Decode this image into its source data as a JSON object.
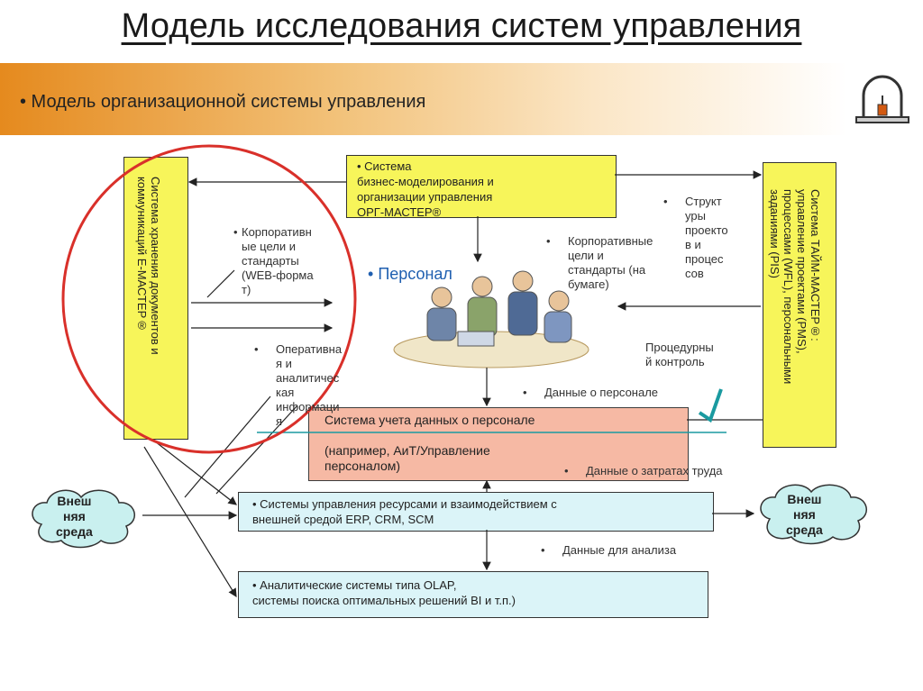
{
  "title": "Модель исследования систем управления",
  "subtitle": "• Модель организационной системы управления",
  "left_box": "Система хранения документов и\nкоммуникаций Е-МАСТЕР®",
  "right_box": "Система ТАЙМ-МАСТЕР®:\nуправление проектами (PMS),\nпроцессами (WFL), персональными\nзаданиями (PIS)",
  "top_box": "Система\nбизнес-моделирования и\nорганизации управления\nОРГ-МАСТЕР®",
  "personnel_label": "Персонал",
  "pink_box": "Система учета данных о персонале\n\n(например, АиТ/Управление\nперсоналом)",
  "erp_box": "Системы управления ресурсами и взаимодействием с\nвнешней средой ERP, CRM, SCM",
  "olap_box": "Аналитические системы типа OLAP,\nсистемы поиска оптимальных решений BI и т.п.)",
  "cloud_left": "Внеш\nняя\nсреда",
  "cloud_right": "Внеш\nняя\nсреда",
  "labels": {
    "corp_web": "Корпоративн\nые цели и\nстандарты\n(WEB-форма\nт)",
    "operative": "Оперативна\nя и\nаналитичес\nкая\nинформаци\nя",
    "corp_paper": "Корпоративные\nцели и\nстандарты (на\nбумаге)",
    "structures": "Структ\nуры\nпроекто\nв и\nпроцес\nсов",
    "procedural": "Процедурны\nй контроль",
    "personnel_data": "Данные о персонале",
    "labor_cost": "Данные о затратах труда",
    "analysis_data": "Данные для анализа"
  },
  "colors": {
    "yellow": "#f7f55a",
    "cyan": "#dbf4f8",
    "pink": "#f6b6a0",
    "circle": "#d9302a",
    "accent_arrow": "#1a9aa0"
  }
}
